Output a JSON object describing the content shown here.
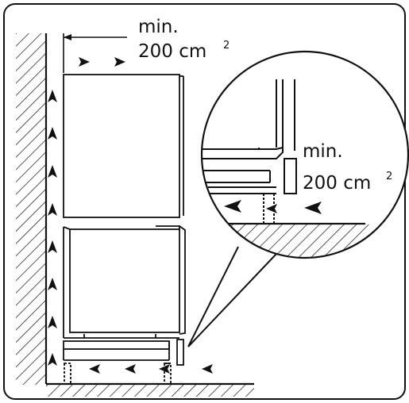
{
  "labels": {
    "top": {
      "line1": "min.",
      "line2": "200 cm",
      "superscript": "2"
    },
    "detail": {
      "line1": "min.",
      "line2": "200 cm",
      "superscript": "2"
    }
  },
  "colors": {
    "stroke": "#111111",
    "background": "#ffffff"
  },
  "icons": [
    "airflow-arrow",
    "hatched-wall",
    "hatched-floor",
    "magnifier-circle"
  ]
}
